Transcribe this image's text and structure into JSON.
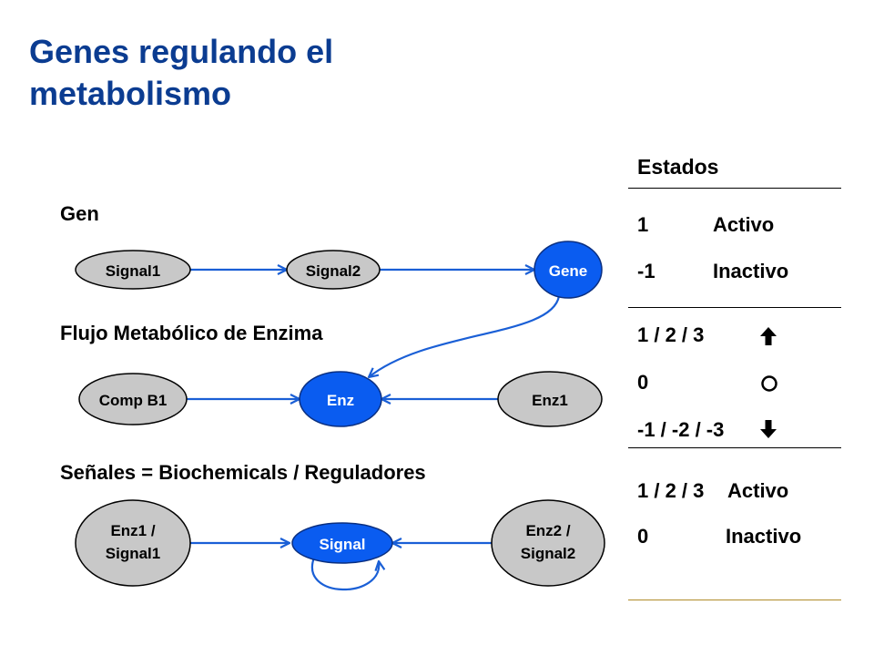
{
  "title": {
    "line1": "Genes regulando el",
    "line2": "metabolismo"
  },
  "sections": {
    "gen": "Gen",
    "flujo": "Flujo Metabólico de Enzima",
    "senales": "Señales = Biochemicals / Reguladores"
  },
  "nodes": {
    "signal1": "Signal1",
    "signal2": "Signal2",
    "gene": "Gene",
    "comp_b1": "Comp B1",
    "enz": "Enz",
    "enz1": "Enz1",
    "enz1_signal1": [
      "Enz1 /",
      "Signal1"
    ],
    "signal": "Signal",
    "enz2_signal2": [
      "Enz2 /",
      "Signal2"
    ]
  },
  "colors": {
    "title": "#0b3c91",
    "edge": "#1a5fd6",
    "active_node": "#0a5cf0",
    "inactive_node": "#c8c8c8"
  },
  "states": {
    "header": "Estados",
    "group1": [
      {
        "value": "1",
        "label": "Activo"
      },
      {
        "value": "-1",
        "label": "Inactivo"
      }
    ],
    "group2": [
      {
        "value": "1 / 2 / 3",
        "symbol": "arrow-up-icon"
      },
      {
        "value": "0",
        "symbol": "circle-icon"
      },
      {
        "value": "-1 / -2 / -3",
        "symbol": "arrow-down-icon"
      }
    ],
    "group3": [
      {
        "value": "1 / 2 / 3",
        "label": "Activo"
      },
      {
        "value": "0",
        "label": "Inactivo"
      }
    ]
  }
}
